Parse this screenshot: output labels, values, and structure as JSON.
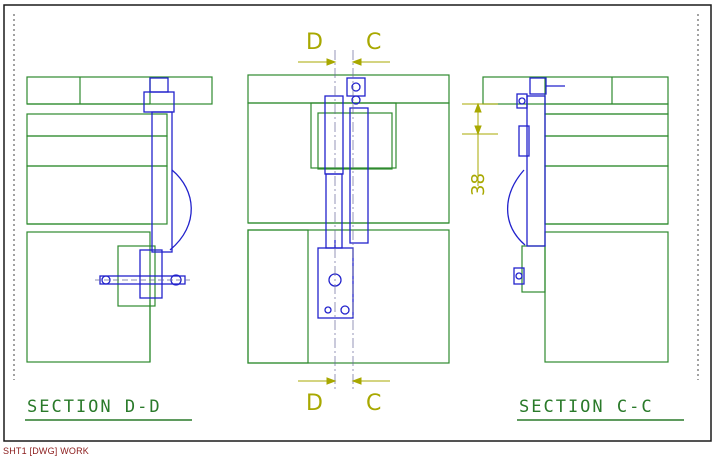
{
  "window": {
    "status_text": "SHT1 [DWG] WORK"
  },
  "views": {
    "left": {
      "title": "SECTION D-D"
    },
    "right": {
      "title": "SECTION C-C"
    }
  },
  "callouts": {
    "top_left": "D",
    "top_right": "C",
    "bottom_left": "D",
    "bottom_right": "C",
    "dimension_value": "38"
  },
  "colors": {
    "background": "#ffffff",
    "border": "#1a1a1a",
    "structure": "#2e8a2e",
    "part": "#2222cc",
    "dimension": "#a8a800",
    "title": "#2a7a2a",
    "centerline": "#6a6a9a"
  }
}
